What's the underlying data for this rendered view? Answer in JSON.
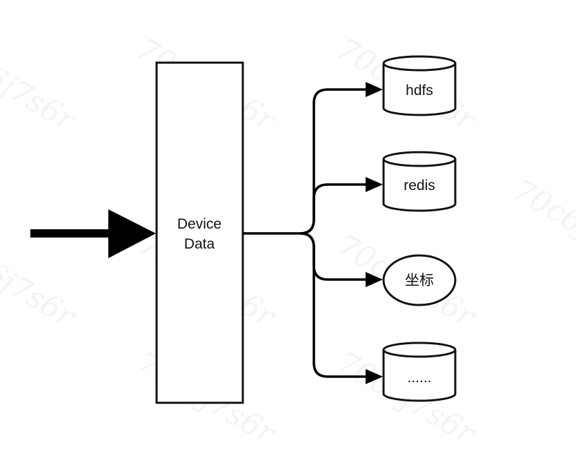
{
  "source_node": {
    "label_line1": "Device",
    "label_line2": "Data"
  },
  "targets": [
    {
      "shape": "cylinder",
      "label": "hdfs"
    },
    {
      "shape": "cylinder",
      "label": "redis"
    },
    {
      "shape": "ellipse",
      "label": "坐标"
    },
    {
      "shape": "cylinder",
      "label": "......"
    }
  ],
  "watermark": {
    "text": "70c6j7s6r"
  },
  "colors": {
    "stroke": "#111111",
    "background": "#ffffff"
  }
}
